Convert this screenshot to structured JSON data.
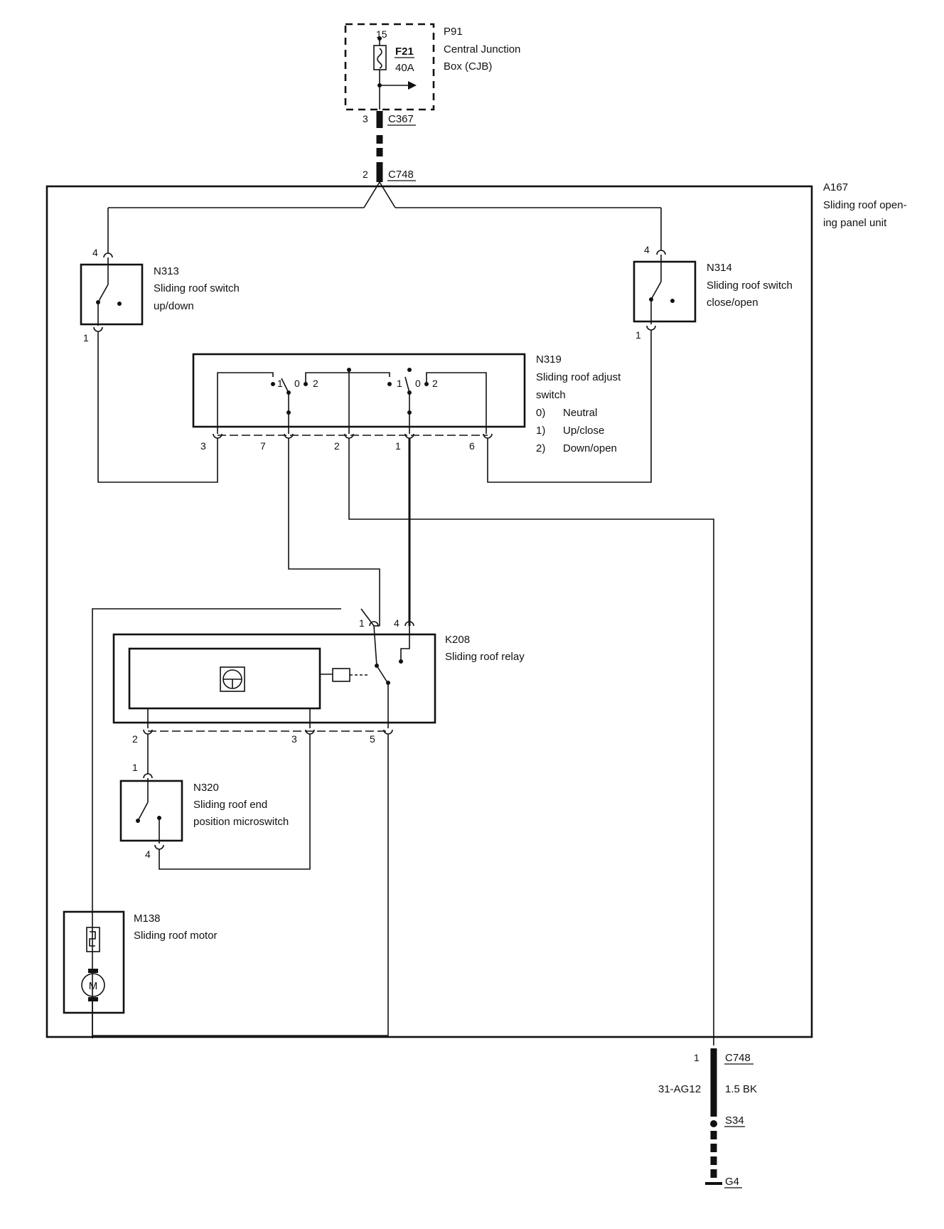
{
  "p91": {
    "id": "P91",
    "name_line1": "Central Junction",
    "name_line2": "Box (CJB)",
    "pin": "15",
    "fuse_id": "F21",
    "fuse_rating": "40A"
  },
  "c367": {
    "id": "C367",
    "pin": "3"
  },
  "c748_top": {
    "id": "C748",
    "pin": "2"
  },
  "a167": {
    "id": "A167",
    "name_line1": "Sliding roof open-",
    "name_line2": "ing panel unit"
  },
  "n313": {
    "id": "N313",
    "name_line1": "Sliding roof switch",
    "name_line2": "up/down",
    "pin_top": "4",
    "pin_bottom": "1"
  },
  "n314": {
    "id": "N314",
    "name_line1": "Sliding roof switch",
    "name_line2": "close/open",
    "pin_top": "4",
    "pin_bottom": "1"
  },
  "n319": {
    "id": "N319",
    "name_line1": "Sliding roof adjust",
    "name_line2": "switch",
    "legend": [
      {
        "key": "0)",
        "text": "Neutral"
      },
      {
        "key": "1)",
        "text": "Up/close"
      },
      {
        "key": "2)",
        "text": "Down/open"
      }
    ],
    "pins": [
      "3",
      "7",
      "2",
      "1",
      "6"
    ],
    "contacts_left": [
      "1",
      "0",
      "2"
    ],
    "contacts_right": [
      "1",
      "0",
      "2"
    ]
  },
  "k208": {
    "id": "K208",
    "name": "Sliding roof relay",
    "pins_top": [
      "1",
      "4"
    ],
    "pins_bottom": [
      "2",
      "3",
      "5"
    ]
  },
  "n320": {
    "id": "N320",
    "name_line1": "Sliding roof end",
    "name_line2": "position microswitch",
    "pin_top": "1",
    "pin_bottom": "4"
  },
  "m138": {
    "id": "M138",
    "name": "Sliding roof motor",
    "motor_symbol": "M"
  },
  "ground": {
    "connector": "C748",
    "connector_pin": "1",
    "circuit": "31-AG12",
    "wire": "1.5 BK",
    "splice": "S34",
    "ground_point": "G4"
  }
}
